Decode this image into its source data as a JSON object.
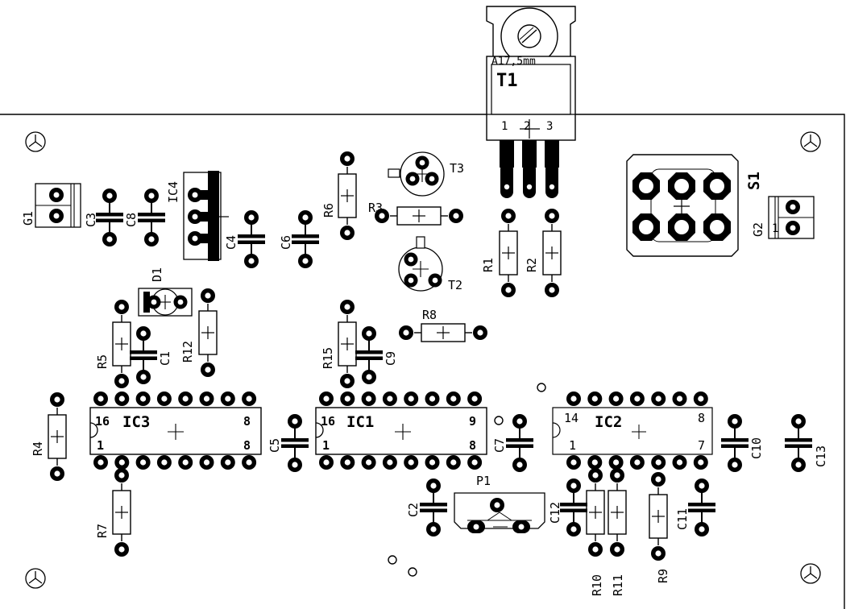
{
  "components": {
    "t1": "T1",
    "t1_note": "A17,5mm",
    "t1_pins": [
      "1",
      "2",
      "3"
    ],
    "s1": "S1",
    "g1": "G1",
    "g2": "G2",
    "g2_pin": "1",
    "ic4": "IC4",
    "d1": "D1",
    "t2": "T2",
    "t3": "T3",
    "p1": "P1",
    "ic1": "IC1",
    "ic2": "IC2",
    "ic3": "IC3",
    "resistors": [
      "R1",
      "R2",
      "R3",
      "R4",
      "R5",
      "R6",
      "R7",
      "R8",
      "R9",
      "R10",
      "R11",
      "R12",
      "R15"
    ],
    "capacitors": [
      "C1",
      "C2",
      "C3",
      "C4",
      "C5",
      "C6",
      "C7",
      "C8",
      "C9",
      "C10",
      "C11",
      "C12",
      "C13"
    ]
  },
  "ic_pins": {
    "ic3": {
      "top_left": "16",
      "top_right": "8",
      "bottom_left": "1",
      "bottom_right": "8"
    },
    "ic1": {
      "top_left": "16",
      "top_right": "9",
      "bottom_left": "1",
      "bottom_right": "8"
    },
    "ic2": {
      "top_left": "14",
      "top_right": "8",
      "bottom_left": "1",
      "bottom_right": "7"
    }
  }
}
